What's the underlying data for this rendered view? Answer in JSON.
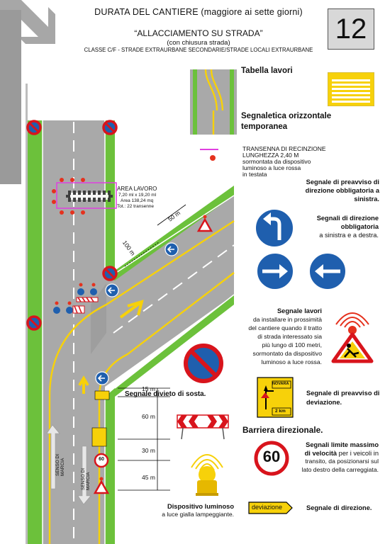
{
  "header": {
    "title": "DURATA DEL CANTIERE (maggiore ai sette giorni)",
    "subtitle": "“ALLACCIAMENTO SU STRADA”",
    "subtitle2": "(con chiusura strada)",
    "road_class": "CLASSE C/F - STRADE EXTRAURBANE SECONDARIE/STRADE LOCALI EXTRAURBANE",
    "page_number": "12"
  },
  "legend": {
    "tabella_lavori": "Tabella lavori",
    "segnaletica_line1": "Segnaletica orizzontale",
    "segnaletica_line2": "temporanea",
    "transenna_line1": "TRANSENNA DI RECINZIONE",
    "transenna_line2": "LUNGHEZZA 2,40 M",
    "transenna_line3": "sormontata da dispositivo",
    "transenna_line4": "luminoso a luce rossa",
    "transenna_line5": "in testata",
    "preavviso_dir_line1": "Segnale di preavviso di",
    "preavviso_dir_line2": "direzione obbligatoria a",
    "preavviso_dir_line3": "sinistra.",
    "direzione_obbl_line1": "Segnali di direzione",
    "direzione_obbl_line2": "obbligatoria",
    "direzione_obbl_line3": "a sinistra e a destra.",
    "lavori_title": "Segnale lavori",
    "lavori_line1": "da installare in prossimità",
    "lavori_line2": "del cantiere quando il tratto",
    "lavori_line3": "di strada interessato sia",
    "lavori_line4": "più lungo di 100 metri,",
    "lavori_line5": "sormontato da dispositivo",
    "lavori_line6": "luminoso a luce rossa.",
    "divieto_sosta": "Segnale divieto di sosta.",
    "preavviso_dev_line1": "Segnale di preavviso di",
    "preavviso_dev_line2": "deviazione.",
    "barriera": "Barriera direzionale.",
    "limite_line1": "Segnali limite massimo",
    "limite_line2a": "di velocità",
    "limite_line2b": " per i veicoli in",
    "limite_line3": "transito, da posizionarsi sul",
    "limite_line4": "lato destro della carreggiata.",
    "dispositivo_line1": "Dispositivo luminoso",
    "dispositivo_line2": "a luce gialla lampeggiante.",
    "segnale_direzione": "Segnale di direzione."
  },
  "diagram": {
    "area_line1": "AREA LAVORO",
    "area_line2": "7,20 ml x 19,20 ml",
    "area_line3": "Area 138,24 mq",
    "area_line4": "Tot.: 22 transenne",
    "dist_50": "50 m",
    "dist_100": "100 m",
    "dist_15": "15 m",
    "dist_60": "60 m",
    "dist_30": "30 m",
    "dist_45": "45 m",
    "senso_marcia": "SENSO DI MARCIA",
    "sign_novara": "NOVARA",
    "sign_2km": "2 km",
    "sign_speed": "60",
    "sign_deviazione": "deviazione"
  },
  "colors": {
    "grass": "#6cc13b",
    "asphalt": "#a9a9a9",
    "sign_blue": "#1f5fae",
    "sign_red": "#d8141c",
    "sign_yellow": "#f7d10a",
    "sidebar": "#9a9a9a"
  }
}
